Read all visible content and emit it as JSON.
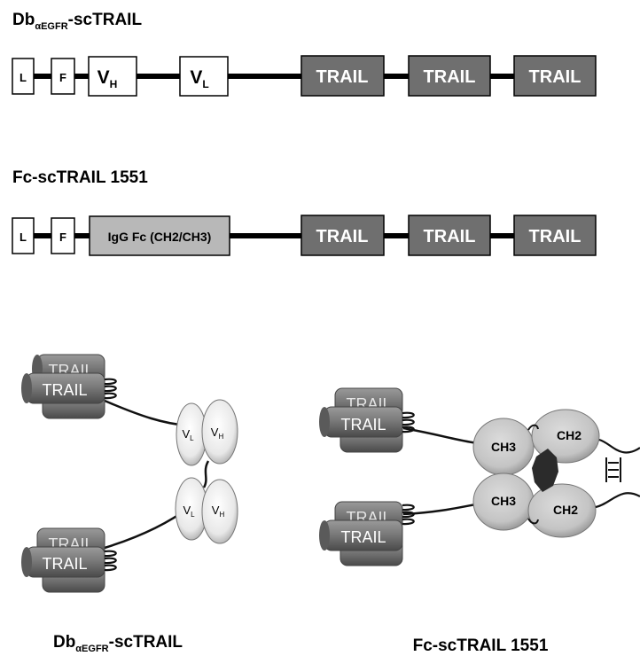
{
  "construct1": {
    "title_main": "Db",
    "title_sub": "αEGFR",
    "title_rest": "-scTRAIL",
    "domains": {
      "l": "L",
      "f": "F",
      "vh_main": "V",
      "vh_sub": "H",
      "vl_main": "V",
      "vl_sub": "L",
      "trail1": "TRAIL",
      "trail2": "TRAIL",
      "trail3": "TRAIL"
    }
  },
  "construct2": {
    "title": "Fc-scTRAIL 1551",
    "domains": {
      "l": "L",
      "f": "F",
      "fc": "IgG Fc (CH2/CH3)",
      "trail1": "TRAIL",
      "trail2": "TRAIL",
      "trail3": "TRAIL"
    }
  },
  "structure1": {
    "trail_top": "TRAIL",
    "trail_bottom": "TRAIL",
    "vl_top_main": "V",
    "vl_top_sub": "L",
    "vh_top_main": "V",
    "vh_top_sub": "H",
    "vl_bot_main": "V",
    "vl_bot_sub": "L",
    "vh_bot_main": "V",
    "vh_bot_sub": "H",
    "caption_main": "Db",
    "caption_sub": "αEGFR",
    "caption_rest": "-scTRAIL"
  },
  "structure2": {
    "trail_top": "TRAIL",
    "trail_bottom": "TRAIL",
    "ch3_top": "CH3",
    "ch2_top": "CH2",
    "ch3_bottom": "CH3",
    "ch2_bottom": "CH2",
    "caption": "Fc-scTRAIL 1551"
  },
  "colors": {
    "trail_fill": "#6f6f6f",
    "fc_fill": "#b8b8b8",
    "domain_box": "#ffffff",
    "cylinder_light": "#8a8a8a",
    "cylinder_dark": "#555555",
    "oval_light": "#f2f2f2",
    "oval_gray": "#c8c8c8"
  }
}
